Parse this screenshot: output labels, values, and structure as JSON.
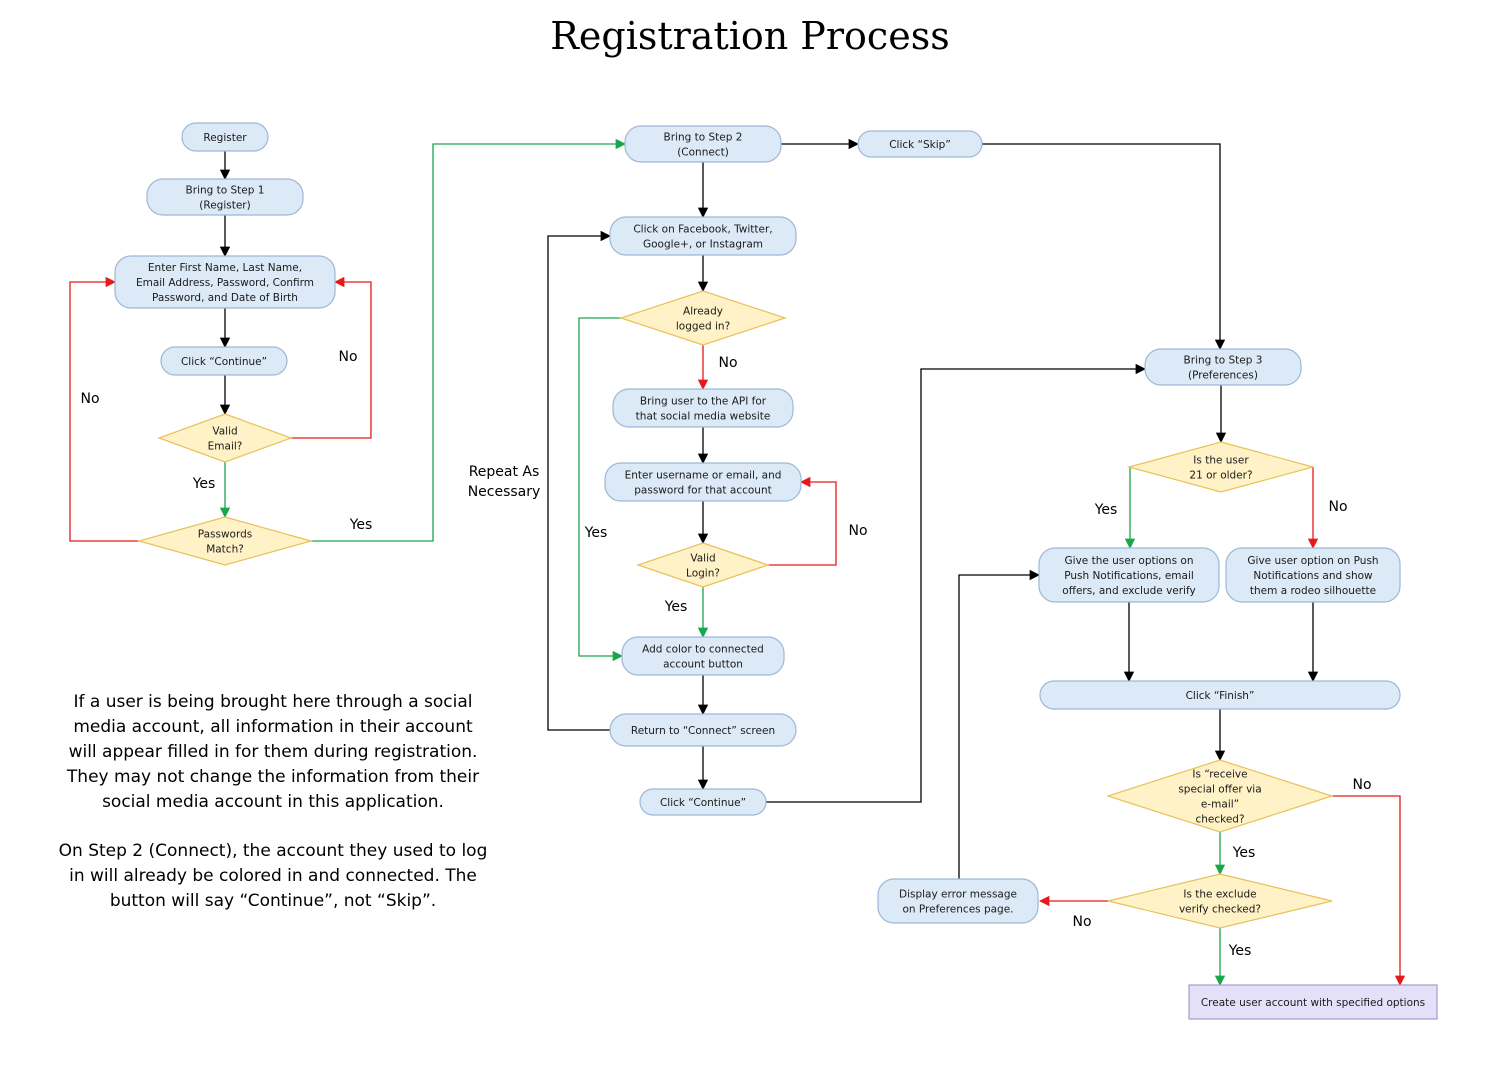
{
  "title": "Registration Process",
  "colors": {
    "default": "#000000",
    "yes": "#1aa64a",
    "no": "#e8191b",
    "process_fill": "#dce9f6",
    "decision_fill": "#fff2c6",
    "final_fill": "#e4e0f8"
  },
  "nodes": [
    {
      "id": "register",
      "type": "process",
      "lines": [
        "Register"
      ]
    },
    {
      "id": "step1",
      "type": "process",
      "lines": [
        "Bring to Step 1",
        "(Register)"
      ]
    },
    {
      "id": "enter_info",
      "type": "process",
      "lines": [
        "Enter First Name, Last Name,",
        "Email Address, Password, Confirm",
        "Password, and Date of Birth"
      ]
    },
    {
      "id": "continue1",
      "type": "process",
      "lines": [
        "Click “Continue”"
      ]
    },
    {
      "id": "valid_email",
      "type": "decision",
      "lines": [
        "Valid",
        "Email?"
      ]
    },
    {
      "id": "pw_match",
      "type": "decision",
      "lines": [
        "Passwords",
        "Match?"
      ]
    },
    {
      "id": "step2",
      "type": "process",
      "lines": [
        "Bring to Step 2",
        "(Connect)"
      ]
    },
    {
      "id": "skip",
      "type": "process",
      "lines": [
        "Click “Skip”"
      ]
    },
    {
      "id": "click_social",
      "type": "process",
      "lines": [
        "Click on Facebook, Twitter,",
        "Google+, or Instagram"
      ]
    },
    {
      "id": "logged_in",
      "type": "decision",
      "lines": [
        "Already",
        "logged in?"
      ]
    },
    {
      "id": "api",
      "type": "process",
      "lines": [
        "Bring user to the API for",
        "that social media website"
      ]
    },
    {
      "id": "enter_login",
      "type": "process",
      "lines": [
        "Enter username or email, and",
        "password for that account"
      ]
    },
    {
      "id": "valid_login",
      "type": "decision",
      "lines": [
        "Valid",
        "Login?"
      ]
    },
    {
      "id": "add_color",
      "type": "process",
      "lines": [
        "Add color to connected",
        "account button"
      ]
    },
    {
      "id": "return_connect",
      "type": "process",
      "lines": [
        "Return to “Connect” screen"
      ]
    },
    {
      "id": "continue2",
      "type": "process",
      "lines": [
        "Click “Continue”"
      ]
    },
    {
      "id": "step3",
      "type": "process",
      "lines": [
        "Bring to Step 3",
        "(Preferences)"
      ]
    },
    {
      "id": "age21",
      "type": "decision",
      "lines": [
        "Is the user",
        "21 or older?"
      ]
    },
    {
      "id": "options_yes",
      "type": "process",
      "lines": [
        "Give the user options on",
        "Push Notifications, email",
        "offers, and exclude verify"
      ]
    },
    {
      "id": "options_no",
      "type": "process",
      "lines": [
        "Give user option on Push",
        "Notifications and show",
        "them a rodeo silhouette"
      ]
    },
    {
      "id": "finish",
      "type": "process",
      "lines": [
        "Click “Finish”"
      ]
    },
    {
      "id": "special_offer",
      "type": "decision",
      "lines": [
        "Is “receive",
        "special offer via",
        "e-mail”",
        "checked?"
      ]
    },
    {
      "id": "exclude_verify",
      "type": "decision",
      "lines": [
        "Is the exclude",
        "verify checked?"
      ]
    },
    {
      "id": "error_msg",
      "type": "process",
      "lines": [
        "Display error message",
        "on Preferences page."
      ]
    },
    {
      "id": "create_account",
      "type": "final",
      "lines": [
        "Create user account with specified options"
      ]
    }
  ],
  "edges": [
    {
      "from": "register",
      "to": "step1",
      "kind": "default"
    },
    {
      "from": "step1",
      "to": "enter_info",
      "kind": "default"
    },
    {
      "from": "enter_info",
      "to": "continue1",
      "kind": "default"
    },
    {
      "from": "continue1",
      "to": "valid_email",
      "kind": "default"
    },
    {
      "from": "valid_email",
      "to": "pw_match",
      "kind": "yes",
      "label": "Yes"
    },
    {
      "from": "valid_email",
      "to": "enter_info",
      "kind": "no",
      "label": "No"
    },
    {
      "from": "pw_match",
      "to": "enter_info",
      "kind": "no",
      "label": "No"
    },
    {
      "from": "pw_match",
      "to": "step2",
      "kind": "yes",
      "label": "Yes"
    },
    {
      "from": "step2",
      "to": "skip",
      "kind": "default"
    },
    {
      "from": "step2",
      "to": "click_social",
      "kind": "default"
    },
    {
      "from": "skip",
      "to": "step3",
      "kind": "default"
    },
    {
      "from": "click_social",
      "to": "logged_in",
      "kind": "default"
    },
    {
      "from": "logged_in",
      "to": "api",
      "kind": "no",
      "label": "No"
    },
    {
      "from": "logged_in",
      "to": "add_color",
      "kind": "yes",
      "label": "Yes"
    },
    {
      "from": "api",
      "to": "enter_login",
      "kind": "default"
    },
    {
      "from": "enter_login",
      "to": "valid_login",
      "kind": "default"
    },
    {
      "from": "valid_login",
      "to": "enter_login",
      "kind": "no",
      "label": "No"
    },
    {
      "from": "valid_login",
      "to": "add_color",
      "kind": "yes",
      "label": "Yes"
    },
    {
      "from": "add_color",
      "to": "return_connect",
      "kind": "default"
    },
    {
      "from": "return_connect",
      "to": "click_social",
      "kind": "default",
      "label": "Repeat As Necessary"
    },
    {
      "from": "return_connect",
      "to": "continue2",
      "kind": "default"
    },
    {
      "from": "continue2",
      "to": "step3",
      "kind": "default"
    },
    {
      "from": "step3",
      "to": "age21",
      "kind": "default"
    },
    {
      "from": "age21",
      "to": "options_yes",
      "kind": "yes",
      "label": "Yes"
    },
    {
      "from": "age21",
      "to": "options_no",
      "kind": "no",
      "label": "No"
    },
    {
      "from": "options_yes",
      "to": "finish",
      "kind": "default"
    },
    {
      "from": "options_no",
      "to": "finish",
      "kind": "default"
    },
    {
      "from": "finish",
      "to": "special_offer",
      "kind": "default"
    },
    {
      "from": "special_offer",
      "to": "exclude_verify",
      "kind": "yes",
      "label": "Yes"
    },
    {
      "from": "special_offer",
      "to": "create_account",
      "kind": "no",
      "label": "No"
    },
    {
      "from": "exclude_verify",
      "to": "create_account",
      "kind": "yes",
      "label": "Yes"
    },
    {
      "from": "exclude_verify",
      "to": "error_msg",
      "kind": "no",
      "label": "No"
    },
    {
      "from": "error_msg",
      "to": "options_yes",
      "kind": "default"
    }
  ],
  "note": {
    "paragraph1": "If a user is being brought here through a social media account, all information in their account will appear filled in for them during registration. They may not change the information from their social media account in this application.",
    "paragraph2": "On Step 2 (Connect), the account they used to log in will already be colored in and connected. The button will say “Continue”, not “Skip”."
  }
}
